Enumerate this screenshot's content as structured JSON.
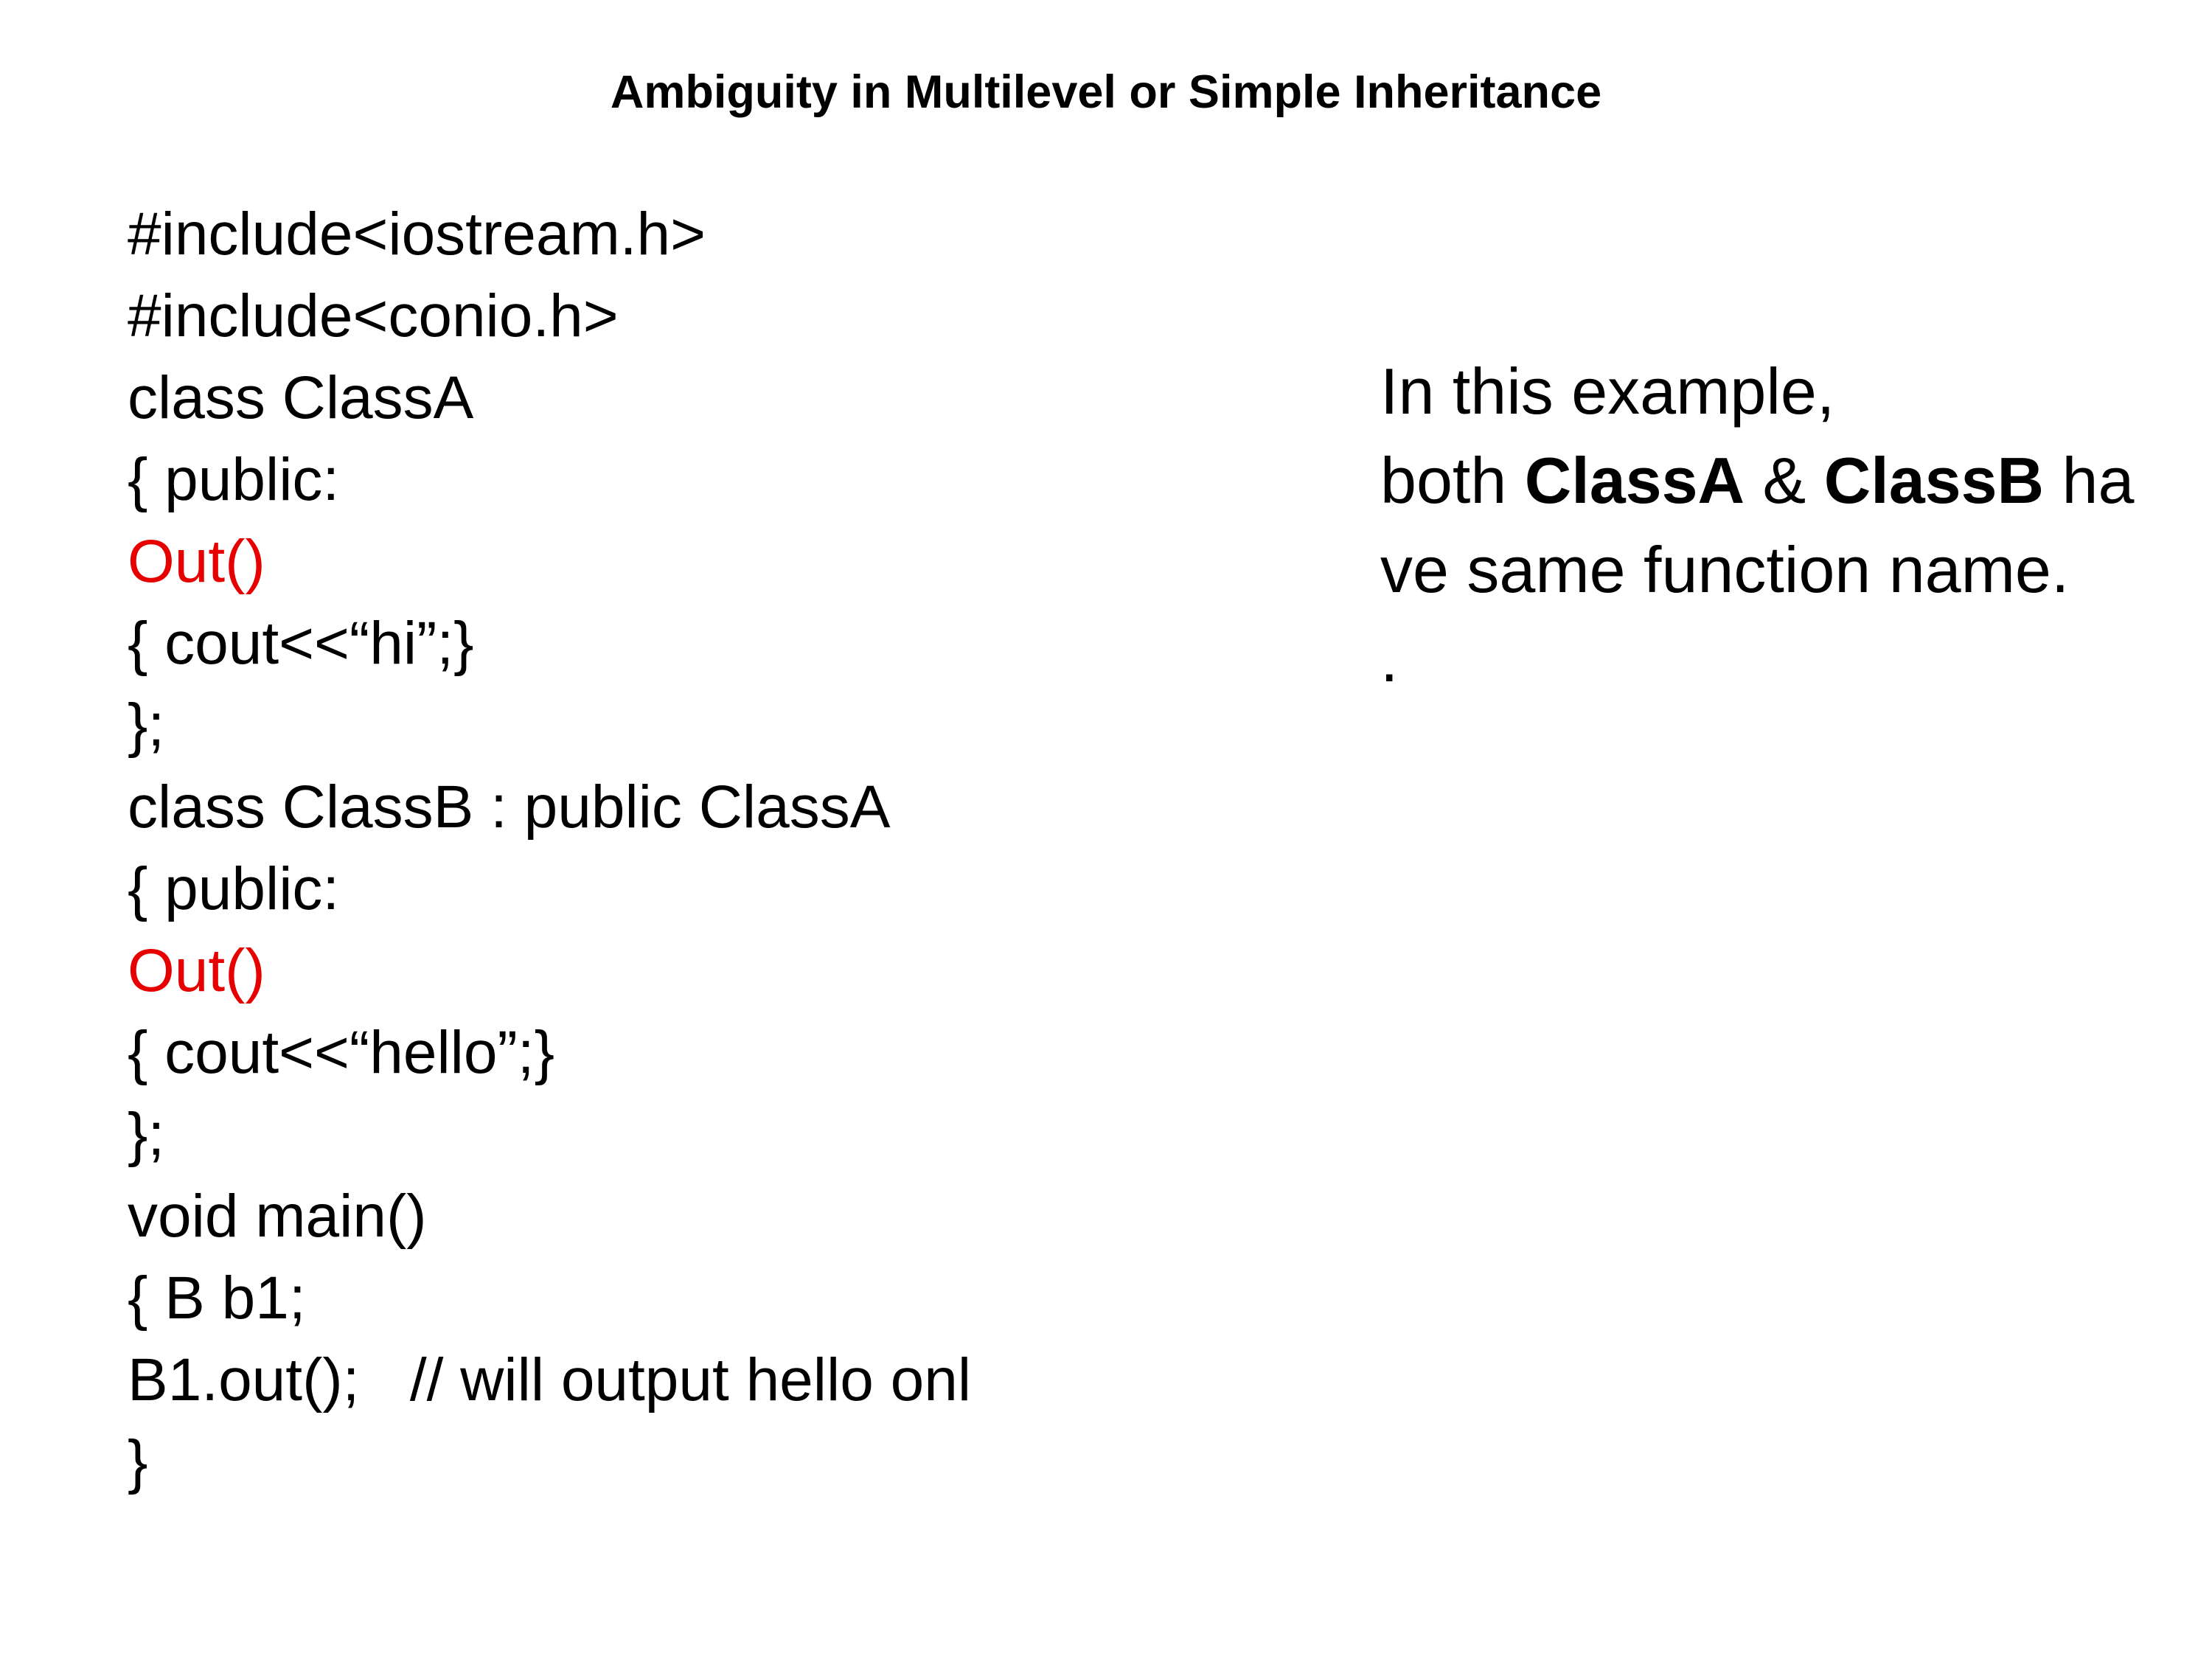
{
  "slide": {
    "title": "Ambiguity in Multilevel or Simple Inheritance"
  },
  "code": {
    "lines": [
      {
        "text": "#include<iostream.h>",
        "highlight": false
      },
      {
        "text": "#include<conio.h>",
        "highlight": false
      },
      {
        "text": "class ClassA",
        "highlight": false
      },
      {
        "text": "{ public:",
        "highlight": false
      },
      {
        "text": "Out()",
        "highlight": true
      },
      {
        "text": "{ cout<<“hi”;}",
        "highlight": false
      },
      {
        "text": "};",
        "highlight": false
      },
      {
        "text": "class ClassB : public ClassA",
        "highlight": false
      },
      {
        "text": "{ public:",
        "highlight": false
      },
      {
        "text": "Out()",
        "highlight": true
      },
      {
        "text": "{ cout<<“hello”;}",
        "highlight": false
      },
      {
        "text": "};",
        "highlight": false
      },
      {
        "text": "void main()",
        "highlight": false
      },
      {
        "text": "{ B b1;",
        "highlight": false
      },
      {
        "text": "B1.out();   // will output hello onl",
        "highlight": false
      },
      {
        "text": "}",
        "highlight": false
      }
    ],
    "highlight_color": "#e60000"
  },
  "explanation": {
    "line1": "In this example,",
    "line2_prefix": "both ",
    "line2_class_a": "ClassA",
    "line2_amp": " & ",
    "line2_class_b": "ClassB",
    "line2_suffix": " ha",
    "line3": "ve same function name.",
    "line4": "."
  }
}
